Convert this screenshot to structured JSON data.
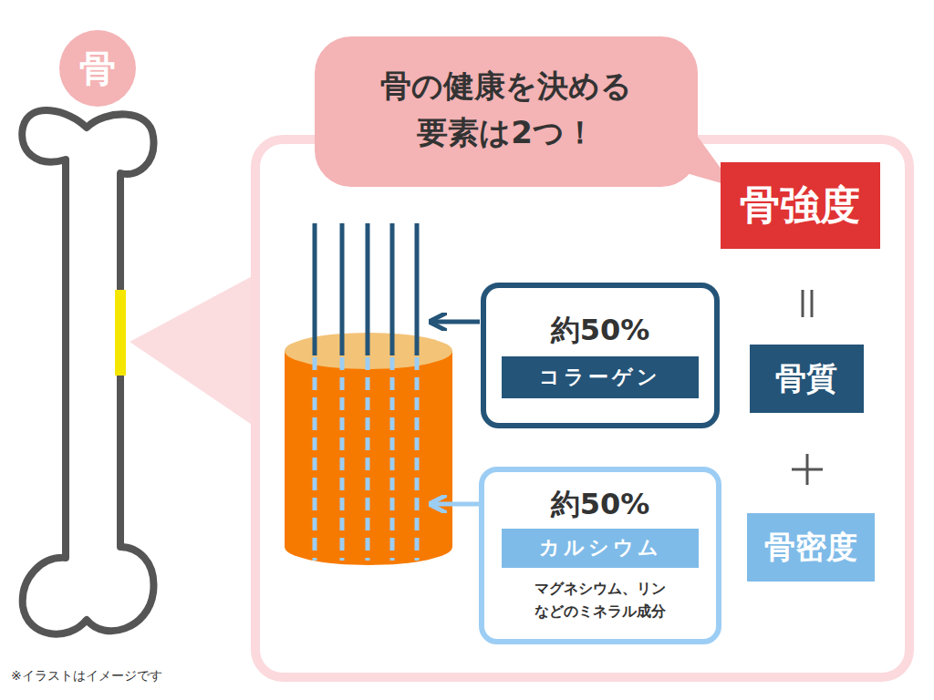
{
  "diagram": {
    "nodes": [
      {
        "text": [
          "骨"
        ]
      },
      {
        "text": [
          "骨の健康を決める 要素は2つ！"
        ]
      },
      {
        "text": [
          "骨強度"
        ]
      },
      {
        "text": [
          "約50%",
          "コラーゲン"
        ]
      },
      {
        "text": [
          "骨質"
        ]
      },
      {
        "text": [
          "約50%",
          "カルシウム",
          "マグネシウム、リン などのミネラル成分"
        ]
      },
      {
        "text": [
          "骨密度"
        ]
      }
    ],
    "labels": [
      "※イラストはイメージです"
    ]
  }
}
